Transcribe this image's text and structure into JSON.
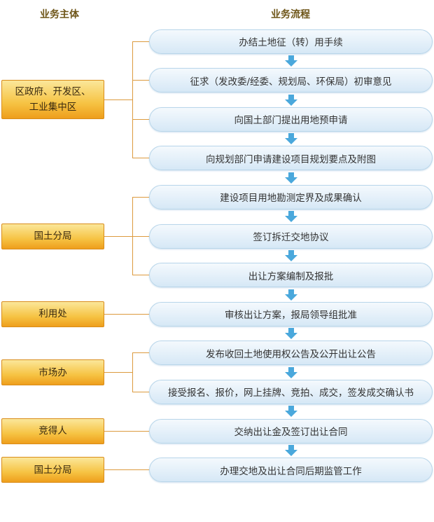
{
  "headers": {
    "actors": "业务主体",
    "process": "业务流程"
  },
  "steps": [
    "办结土地征（转）用手续",
    "征求（发改委/经委、规划局、环保局）初审意见",
    "向国土部门提出用地预申请",
    "向规划部门申请建设项目规划要点及附图",
    "建设项目用地勘测定界及成果确认",
    "签订拆迁交地协议",
    "出让方案编制及报批",
    "审核出让方案，报局领导组批准",
    "发布收回土地使用权公告及公开出让公告",
    "接受报名、报价，网上挂牌、竞拍、成交，签发成交确认书",
    "交纳出让金及签订出让合同",
    "办理交地及出让合同后期监管工作"
  ],
  "actors": [
    {
      "label": "区政府、开发区、工业集中区",
      "steps": [
        0,
        3
      ]
    },
    {
      "label": "国土分局",
      "steps": [
        4,
        6
      ]
    },
    {
      "label": "利用处",
      "steps": [
        7,
        7
      ]
    },
    {
      "label": "市场办",
      "steps": [
        8,
        9
      ]
    },
    {
      "label": "竞得人",
      "steps": [
        10,
        10
      ]
    },
    {
      "label": "国土分局",
      "steps": [
        11,
        11
      ]
    }
  ],
  "colors": {
    "connector": "#dc9a3e",
    "arrow": "#4aa8dc"
  }
}
